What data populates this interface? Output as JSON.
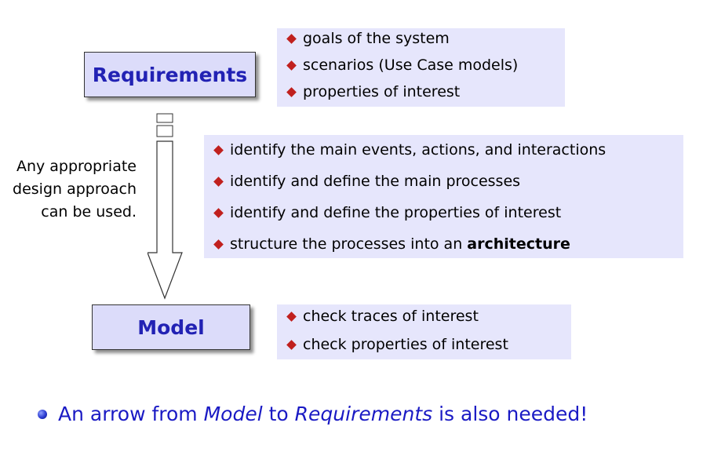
{
  "requirements_box": {
    "label": "Requirements"
  },
  "model_box": {
    "label": "Model"
  },
  "requirements_list": [
    "goals of the system",
    "scenarios (Use Case models)",
    "properties of interest"
  ],
  "process_list": {
    "items": [
      "identify the main events, actions, and interactions",
      "identify and define the main processes",
      "identify and define the properties of interest"
    ],
    "last_prefix": "structure the processes into an ",
    "last_emphasis": "architecture"
  },
  "model_list": [
    "check traces of interest",
    "check properties of interest"
  ],
  "side_note": [
    "Any appropriate",
    "design approach",
    "can be used."
  ],
  "footer": {
    "part1": "An arrow from ",
    "part2": "Model",
    "part3": " to ",
    "part4": "Requirements",
    "part5": " is also needed!"
  },
  "colors": {
    "box_fill": "#dcdcfa",
    "box_text": "#2222b4",
    "panel_fill": "#e6e6fc",
    "diamond": "#c0201e",
    "footer_text": "#1a1ac4"
  }
}
